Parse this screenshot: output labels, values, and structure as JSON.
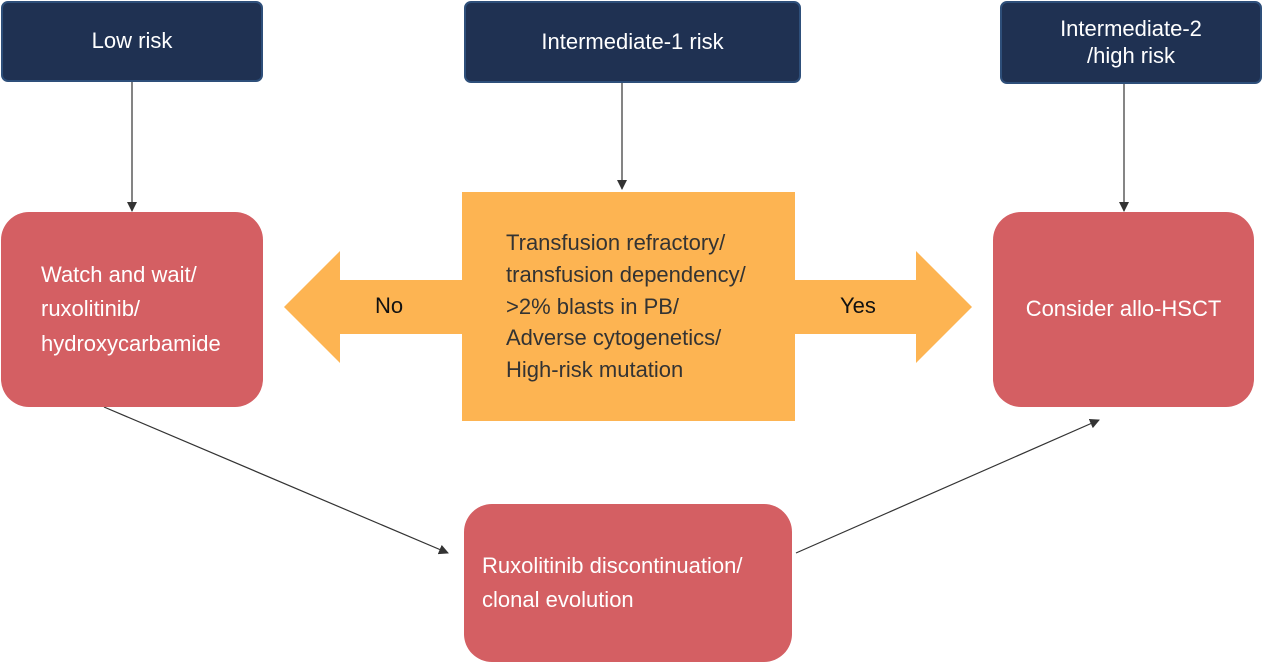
{
  "risk_groups": {
    "low": "Low risk",
    "intermediate1": "Intermediate-1 risk",
    "intermediate2_high": "Intermediate-2\n/high risk"
  },
  "outcomes": {
    "watch_wait": "Watch and wait/\nruxolitinib/\nhydroxycarbamide",
    "criteria": "Transfusion refractory/\ntransfusion dependency/\n>2% blasts in PB/\nAdverse cytogenetics/\nHigh-risk mutation",
    "allo_hsct": "Consider allo-HSCT",
    "discontinuation": "Ruxolitinib discontinuation/\nclonal evolution"
  },
  "decisions": {
    "no": "No",
    "yes": "Yes"
  },
  "colors": {
    "risk_box": "#1f3152",
    "treatment_box": "#d45f63",
    "criteria_box": "#fdb452",
    "decision_arrow": "#fdb452"
  }
}
